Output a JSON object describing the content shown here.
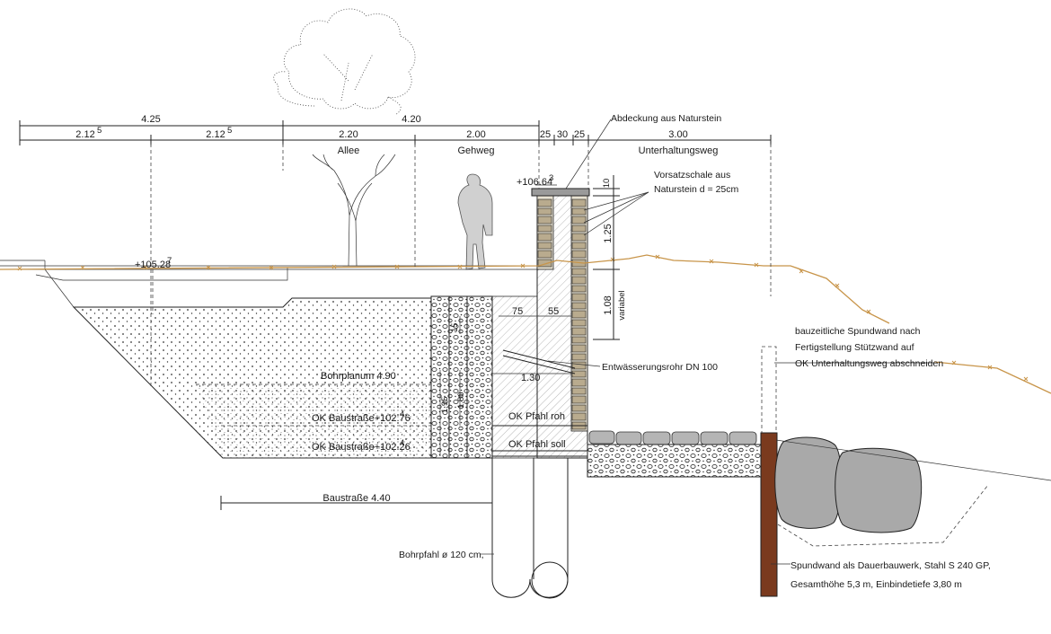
{
  "title": "Querschnitt Stützwand mit Bohrpfahl und Spundwand",
  "dimensions": {
    "top_left": "4.25",
    "top_mid": "4.20",
    "seg1": "2.12",
    "seg1_sup": "5",
    "seg2": "2.12",
    "seg2_sup": "5",
    "seg3": "2.20",
    "seg4": "2.00",
    "seg5": "25",
    "seg6": "30",
    "seg7": "25",
    "seg8": "3.00",
    "label_allee": "Allee",
    "label_gehweg": "Gehweg",
    "label_unterhaltungsweg": "Unterhaltungsweg",
    "v_10": "10",
    "v_125": "1.25",
    "v_108": "1.08",
    "variabel": "variabel",
    "d_75": "75",
    "d_55": "55",
    "d_15": "15",
    "d_130": "1.30",
    "d_195": "1.95",
    "d_180": "1.80"
  },
  "levels": {
    "top_wall": "+106.64",
    "top_wall_sup": "3",
    "ground_left": "+105.28",
    "ground_left_sup": "7",
    "bohrplanum": "Bohrplanum 4.90",
    "ok_baustrasse_1": "OK Baustraße+102.76",
    "ok_baustrasse_1_sup": "4",
    "ok_baustrasse_2": "OK Baustraße+102.26",
    "ok_baustrasse_2_sup": "4",
    "ok_pfahl_roh": "OK Pfahl roh",
    "ok_pfahl_soll": "OK Pfahl soll",
    "baustrasse": "Baustraße 4.40"
  },
  "annotations": {
    "abdeckung": "Abdeckung aus Naturstein",
    "vorsatzschale_1": "Vorsatzschale aus",
    "vorsatzschale_2": "Naturstein d = 25cm",
    "entwaesserung": "Entwässerungsrohr DN 100",
    "spundwand_temp_1": "bauzeitliche Spundwand nach",
    "spundwand_temp_2": "Fertigstellung Stützwand auf",
    "spundwand_temp_3": "OK Unterhaltungsweg abschneiden",
    "bohrpfahl": "Bohrpfahl ø 120 cm,",
    "spundwand_perm_1": "Spundwand als Dauerbauwerk, Stahl S 240 GP,",
    "spundwand_perm_2": "Gesamthöhe 5,3 m, Einbindetiefe 3,80 m"
  },
  "colors": {
    "line": "#222222",
    "terrain": "#c8954a",
    "sheet_pile": "#7a3a1e",
    "stone": "#b9ab8e",
    "boulder": "#a9a9a9",
    "figure": "#d0d0d0"
  }
}
